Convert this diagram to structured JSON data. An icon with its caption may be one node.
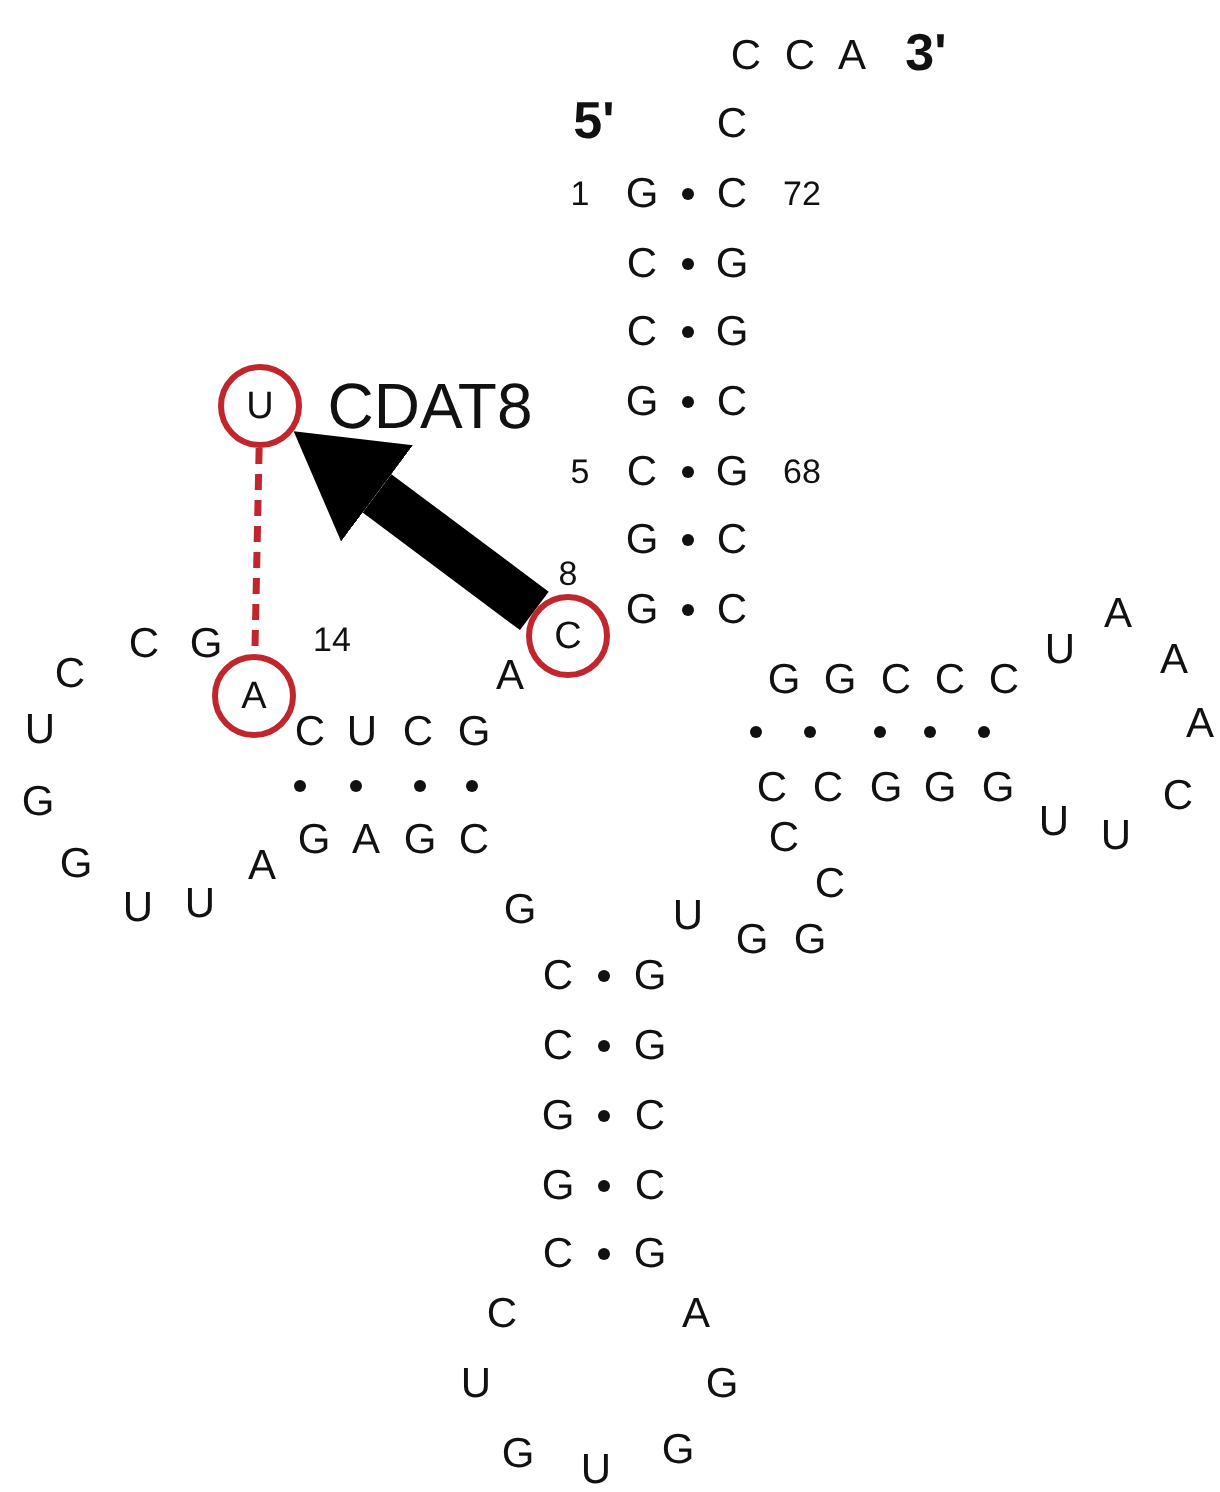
{
  "diagram": {
    "nodes": [
      {
        "text": [
          "U"
        ],
        "beside": [
          "CDAT8"
        ]
      },
      {
        "text": [
          "A"
        ],
        "beside": [
          "14"
        ]
      },
      {
        "text": [
          "C"
        ],
        "beside": [
          "8"
        ]
      }
    ],
    "edges": [
      {
        "from": 0,
        "to": 1,
        "arrow": "none",
        "style": "dashed",
        "color": "#c0272d"
      },
      {
        "from": 2,
        "to": 0,
        "arrow": "to",
        "style": "thick",
        "color": "#000000"
      }
    ],
    "labels": [
      "C",
      "C",
      "A",
      "3'",
      "5'",
      "C",
      "1",
      "G",
      "C",
      "72",
      "C",
      "G",
      "C",
      "G",
      "G",
      "C",
      "5",
      "C",
      "G",
      "68",
      "G",
      "C",
      "G",
      "C",
      "C",
      "G",
      "U",
      "A",
      "A",
      "C",
      "A",
      "G",
      "G",
      "C",
      "C",
      "C",
      "U",
      "C",
      "U",
      "C",
      "G",
      "A",
      "G",
      "C",
      "C",
      "G",
      "G",
      "G",
      "C",
      "G",
      "A",
      "G",
      "C",
      "C",
      "U",
      "U",
      "G",
      "A",
      "C",
      "U",
      "U",
      "G",
      "U",
      "G",
      "G",
      "C",
      "G",
      "C",
      "G",
      "G",
      "C",
      "G",
      "C",
      "C",
      "G",
      "C",
      "A",
      "U",
      "G",
      "G",
      "U",
      "G"
    ]
  }
}
